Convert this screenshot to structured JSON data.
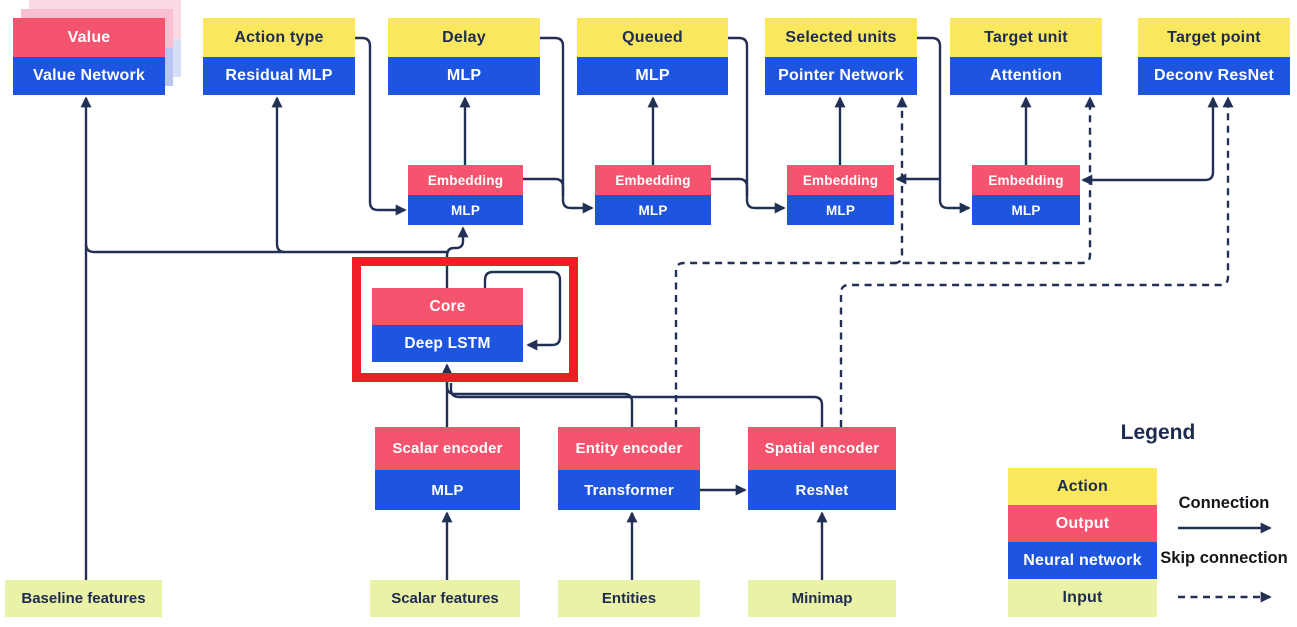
{
  "diagram": {
    "heads": [
      {
        "action": "Value",
        "network": "Value Network"
      },
      {
        "action": "Action type",
        "network": "Residual MLP"
      },
      {
        "action": "Delay",
        "network": "MLP"
      },
      {
        "action": "Queued",
        "network": "MLP"
      },
      {
        "action": "Selected units",
        "network": "Pointer Network"
      },
      {
        "action": "Target unit",
        "network": "Attention"
      },
      {
        "action": "Target point",
        "network": "Deconv ResNet"
      }
    ],
    "embeddings": [
      {
        "output": "Embedding",
        "network": "MLP"
      },
      {
        "output": "Embedding",
        "network": "MLP"
      },
      {
        "output": "Embedding",
        "network": "MLP"
      },
      {
        "output": "Embedding",
        "network": "MLP"
      }
    ],
    "core": {
      "output": "Core",
      "network": "Deep LSTM"
    },
    "encoders": [
      {
        "output": "Scalar encoder",
        "network": "MLP"
      },
      {
        "output": "Entity encoder",
        "network": "Transformer"
      },
      {
        "output": "Spatial encoder",
        "network": "ResNet"
      }
    ],
    "inputs": [
      "Baseline features",
      "Scalar features",
      "Entities",
      "Minimap"
    ]
  },
  "legend": {
    "title": "Legend",
    "items": [
      {
        "label": "Action",
        "type": "action"
      },
      {
        "label": "Output",
        "type": "output"
      },
      {
        "label": "Neural network",
        "type": "network"
      },
      {
        "label": "Input",
        "type": "input"
      }
    ],
    "connection_label": "Connection",
    "skip_connection_label": "Skip connection"
  },
  "colors": {
    "action_yellow": "#f9e85e",
    "output_pink": "#f4546e",
    "network_blue": "#1d54e0",
    "input_green": "#e9f2a6",
    "line_navy": "#233056",
    "annotation_red": "#ee1f24",
    "text_navy": "#1e2b50"
  }
}
